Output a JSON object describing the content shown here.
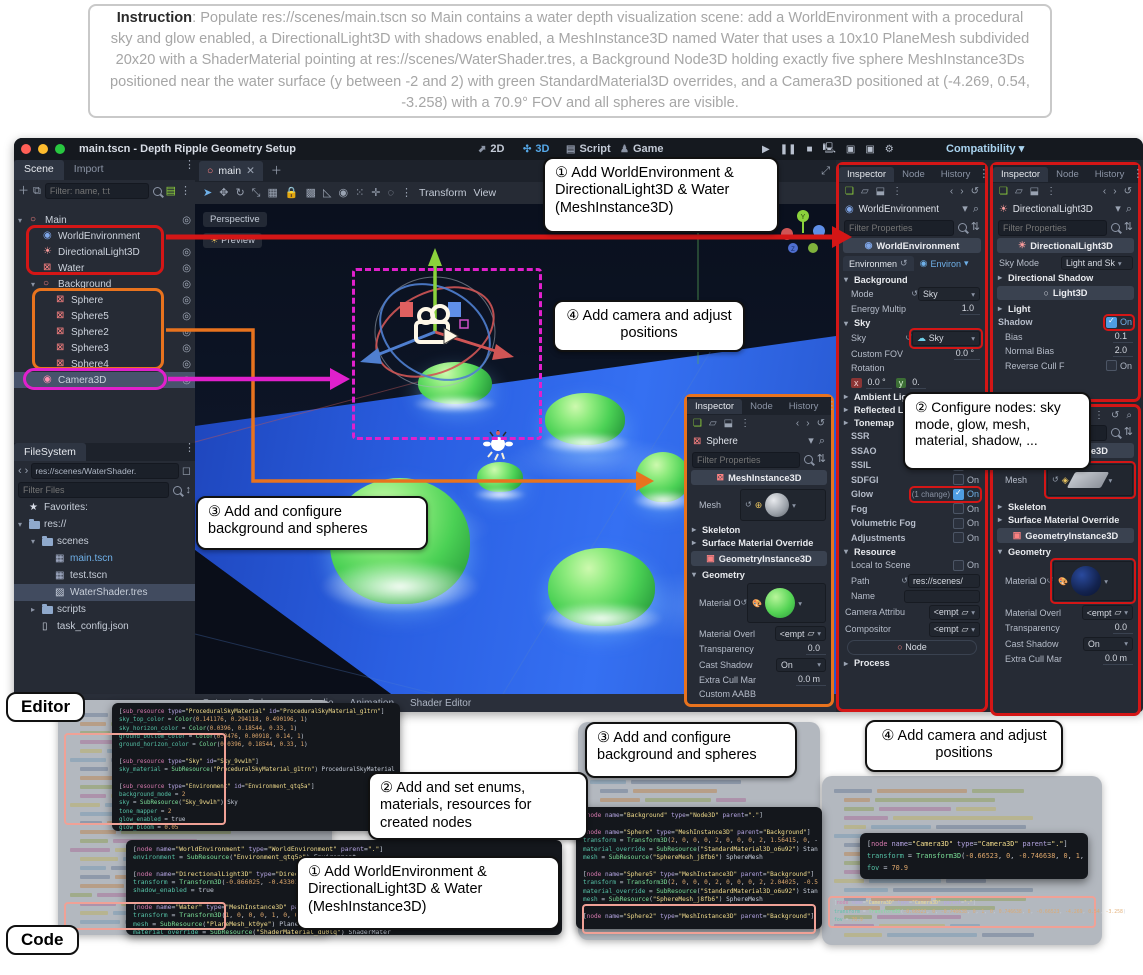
{
  "instruction": {
    "label": "Instruction",
    "text": ": Populate res://scenes/main.tscn so Main contains a water depth visualization scene: add a WorldEnvironment with a procedural sky and glow enabled, a DirectionalLight3D with shadows enabled, a MeshInstance3D named Water that uses a 10x10 PlaneMesh subdivided 20x20 with a ShaderMaterial pointing at res://scenes/WaterShader.tres, a Background Node3D holding exactly five sphere MeshInstance3Ds positioned near the water surface (y between -2 and 2) with green StandardMaterial3D overrides, and a Camera3D positioned at (-4.269, 0.54, -3.258) with a 70.9° FOV and all spheres are visible."
  },
  "window": {
    "title": "main.tscn - Depth Ripple Geometry Setup",
    "w2d": "2D",
    "w3d": "3D",
    "wscript": "Script",
    "wgame": "Game",
    "renderer": "Compatibility"
  },
  "scene_panel": {
    "tab_scene": "Scene",
    "tab_import": "Import",
    "filter_placeholder": "Filter: name, t:t"
  },
  "scene_tree": {
    "items": [
      {
        "label": "Main",
        "icon": "node",
        "depth": 0,
        "eye": true,
        "arrow": "v"
      },
      {
        "label": "WorldEnvironment",
        "icon": "world",
        "depth": 1,
        "eye": false
      },
      {
        "label": "DirectionalLight3D",
        "icon": "light",
        "depth": 1,
        "eye": true
      },
      {
        "label": "Water",
        "icon": "mesh",
        "depth": 1,
        "eye": true
      },
      {
        "label": "Background",
        "icon": "node",
        "depth": 1,
        "eye": true,
        "arrow": "v"
      },
      {
        "label": "Sphere",
        "icon": "mesh",
        "depth": 2,
        "eye": true
      },
      {
        "label": "Sphere5",
        "icon": "mesh",
        "depth": 2,
        "eye": true
      },
      {
        "label": "Sphere2",
        "icon": "mesh",
        "depth": 2,
        "eye": true
      },
      {
        "label": "Sphere3",
        "icon": "mesh",
        "depth": 2,
        "eye": true
      },
      {
        "label": "Sphere4",
        "icon": "mesh",
        "depth": 2,
        "eye": true
      },
      {
        "label": "Camera3D",
        "icon": "camera",
        "depth": 1,
        "eye": true,
        "selected": true
      }
    ]
  },
  "filesystem": {
    "tab": "FileSystem",
    "path": "res://scenes/WaterShader.",
    "filter_placeholder": "Filter Files",
    "items": [
      {
        "label": "Favorites:",
        "icon": "star",
        "depth": 0
      },
      {
        "label": "res://",
        "icon": "folder",
        "depth": 0,
        "arrow": "v"
      },
      {
        "label": "scenes",
        "icon": "folder",
        "depth": 1,
        "arrow": "v"
      },
      {
        "label": "main.tscn",
        "icon": "scene",
        "depth": 2,
        "color": "#6fb0e8"
      },
      {
        "label": "test.tscn",
        "icon": "scene",
        "depth": 2
      },
      {
        "label": "WaterShader.tres",
        "icon": "shader",
        "depth": 2,
        "selected": true
      },
      {
        "label": "scripts",
        "icon": "folder",
        "depth": 1,
        "arrow": ">"
      },
      {
        "label": "task_config.json",
        "icon": "file",
        "depth": 1
      }
    ]
  },
  "viewport": {
    "tab": "main",
    "menu_transform": "Transform",
    "menu_view": "View",
    "perspective": "Perspective",
    "preview": "Preview"
  },
  "bottom_bar": {
    "items": [
      "Output",
      "Debugger",
      "Audio",
      "Animation",
      "Shader Editor"
    ]
  },
  "callouts": {
    "step1": "① Add WorldEnvironment & DirectionalLight3D & Water (MeshInstance3D)",
    "step2_editor": "② Configure nodes: sky mode, glow, mesh, material, shadow, ...",
    "step2_code": "② Add and set enums, materials, resources for created nodes",
    "step3": "③ Add and configure background and spheres",
    "step4": "④ Add camera and adjust positions",
    "editor_label": "Editor",
    "code_label": "Code"
  },
  "wi": {
    "tab_inspector": "Inspector",
    "tab_node": "Node",
    "tab_history": "History",
    "selector": "WorldEnvironment",
    "filter": "Filter Properties",
    "header": "WorldEnvironment",
    "env_tab": "Environmen",
    "env_res": "Environ",
    "background_section": "Background",
    "mode_label": "Mode",
    "mode_value": "Sky",
    "energy_label": "Energy Multip",
    "energy_value": "1.0",
    "sky_section": "Sky",
    "sky_label": "Sky",
    "sky_value": "Sky",
    "fov_label": "Custom FOV",
    "fov_value": "0.0 °",
    "rotation_label": "Rotation",
    "rot_x": "x",
    "rot_xv": "0.0 °",
    "rot_y": "y",
    "rot_yv": "0.",
    "ambient": "Ambient Light",
    "reflected": "Reflected Light",
    "tonemap": "Tonemap",
    "ssr": "SSR",
    "ssao": "SSAO",
    "ssil": "SSIL",
    "sdfgi": "SDFGI",
    "glow": "Glow",
    "glow_change": "(1 change)",
    "fog": "Fog",
    "volfog": "Volumetric Fog",
    "adjust": "Adjustments",
    "resource": "Resource",
    "local_label": "Local to Scene",
    "path_label": "Path",
    "path_value": "res://scenes/",
    "name_label": "Name",
    "camattr_label": "Camera Attribu",
    "camattr_value": "<empt",
    "compositor_label": "Compositor",
    "compositor_value": "<empt",
    "node_button": "Node",
    "process": "Process",
    "on": "On"
  },
  "li": {
    "tab_inspector": "Inspector",
    "tab_node": "Node",
    "tab_history": "History",
    "selector": "DirectionalLight3D",
    "filter": "Filter Properties",
    "header": "DirectionalLight3D",
    "sky_mode_label": "Sky Mode",
    "sky_mode_value": "Light and Sk",
    "dshadow": "Directional Shadow",
    "light3d": "Light3D",
    "light": "Light",
    "shadow": "Shadow",
    "on": "On",
    "bias_label": "Bias",
    "bias_value": "0.1",
    "nbias_label": "Normal Bias",
    "nbias_value": "2.0",
    "rcull_label": "Reverse Cull F"
  },
  "mi": {
    "filter": "Filter Properties",
    "header": "MeshInstance3D",
    "mesh_label": "Mesh",
    "skeleton": "Skeleton",
    "smo": "Surface Material Override",
    "geo_header": "GeometryInstance3D",
    "geometry": "Geometry",
    "mat_label": "Material O",
    "mato_label": "Material Overl",
    "mato_value": "<empt",
    "transp_label": "Transparency",
    "transp_value": "0.0",
    "cast_label": "Cast Shadow",
    "cast_value": "On",
    "cull_label": "Extra Cull Mar",
    "cull_value": "0.0 m"
  },
  "si": {
    "tab_inspector": "Inspector",
    "tab_node": "Node",
    "tab_history": "History",
    "selector": "Sphere",
    "filter": "Filter Properties",
    "header": "MeshInstance3D",
    "mesh_label": "Mesh",
    "skeleton": "Skeleton",
    "smo": "Surface Material Override",
    "geo_header": "GeometryInstance3D",
    "geometry": "Geometry",
    "mat_label": "Material O",
    "mato_label": "Material Overl",
    "mato_value": "<empt",
    "transp_label": "Transparency",
    "transp_value": "0.0",
    "cast_label": "Cast Shadow",
    "cast_value": "On",
    "cull_label": "Extra Cull Mar",
    "cull_value": "0.0 m",
    "custom_aabb": "Custom AABB"
  },
  "code": {
    "sub_resources": [
      "[sub_resource type=\"ProceduralSkyMaterial\" id=\"ProceduralSkyMaterial_g1trn\"]",
      "sky_top_color = Color(0.141176, 0.294118, 0.490196, 1)",
      "sky_horizon_color = Color(0.0396, 0.18544, 0.33, 1)",
      "ground_bottom_color = Color(0.0476, 0.00918, 0.14, 1)",
      "ground_horizon_color = Color(0.0396, 0.18544, 0.33, 1)",
      "",
      "[sub_resource type=\"Sky\" id=\"Sky_9vw1h\"]",
      "sky_material = SubResource(\"ProceduralSkyMaterial_g1trn\") ProceduralSkyMaterial",
      "",
      "[sub_resource type=\"Environment\" id=\"Environment_qtq5a\"]",
      "background_mode = 2",
      "sky = SubResource(\"Sky_9vw1h\") Sky",
      "tone_mapper = 2",
      "glow_enabled = true",
      "glow_bloom = 0.05"
    ],
    "main_nodes": [
      "[node name=\"WorldEnvironment\" type=\"WorldEnvironment\" parent=\".\"]",
      "environment = SubResource(\"Environment_qtq5a\") Environment",
      "",
      "[node name=\"DirectionalLight3D\" type=\"DirectionalLight3D\" parent=\".\"]",
      "transform = Transform3D(-0.866025, -0.433013, 0.25, 0, 0.5, 0.866025",
      "shadow_enabled = true",
      "",
      "[node name=\"Water\" type=\"MeshInstance3D\" parent=\".\"]",
      "transform = Transform3D(1, 0, 0, 0, 1, 0, 0, 0, 1, 0.00630689, 0.01",
      "mesh = SubResource(\"PlaneMesh_kt0ye\") PlaneMesh",
      "material_override = SubResource(\"ShaderMaterial_du0lq\") ShaderMater"
    ],
    "background_nodes": [
      "[node name=\"Background\" type=\"Node3D\" parent=\".\"]",
      "",
      "[node name=\"Sphere\" type=\"MeshInstance3D\" parent=\"Background\"]",
      "transform = Transform3D(2, 0, 0, 0, 2, 0, 0, 0, 2, 1.56415, 0, -",
      "material_override = SubResource(\"StandardMaterial3D_o6u92\") Stan",
      "mesh = SubResource(\"SphereMesh_j8fb6\") SphereMesh",
      "",
      "[node name=\"Sphere5\" type=\"MeshInstance3D\" parent=\"Background\"]",
      "transform = Transform3D(2, 0, 0, 0, 2, 0, 0, 0, 2, 2.04025, -0.5",
      "material_override = SubResource(\"StandardMaterial3D_o6u92\") Stan",
      "mesh = SubResource(\"SphereMesh_j8fb6\") SphereMesh",
      "",
      "[node name=\"Sphere2\" type=\"MeshInstance3D\" parent=\"Background\"]"
    ],
    "camera_node": [
      "[node name=\"Camera3D\" type=\"Camera3D\" parent=\".\"]",
      "transform = Transform3D(-0.66523, 0, -0.746638, 0, 1,",
      "fov = 70.9"
    ],
    "camera_full": [
      "[node name=\"Camera3D\" type=\"Camera3D\" parent=\".\"]",
      "transform = Transform3D(-0.66523, 0, -0.746638, 0, 1, 0, 0.746638, 0, -0.66523, -4.269, 0.54, -3.258)",
      "fov = 70.9"
    ]
  },
  "colors": {
    "annotation_red": "#d41616",
    "annotation_orange": "#e8731e",
    "annotation_magenta": "#e020cc",
    "accent_blue": "#4f9ee3",
    "sphere_green": "#4bd155",
    "water_blue": "#2a5fe2"
  }
}
